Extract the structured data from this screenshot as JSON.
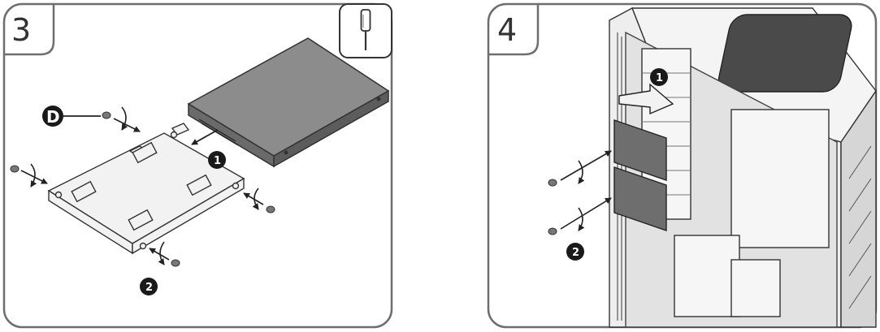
{
  "panels": [
    {
      "step_number": "3"
    },
    {
      "step_number": "4"
    }
  ],
  "panel3_markers": {
    "part_label": "D",
    "callout_1": "1",
    "callout_2": "2"
  },
  "panel4_markers": {
    "callout_1": "1",
    "callout_2": "2"
  },
  "icons": [
    "screwdriver-icon",
    "rotate-arrow-icon",
    "screw-icon"
  ],
  "colors": {
    "frame": "#6e6e6e",
    "drive_body": "#8c8c8c",
    "marker": "#1a1a1a",
    "background": "#ffffff"
  }
}
